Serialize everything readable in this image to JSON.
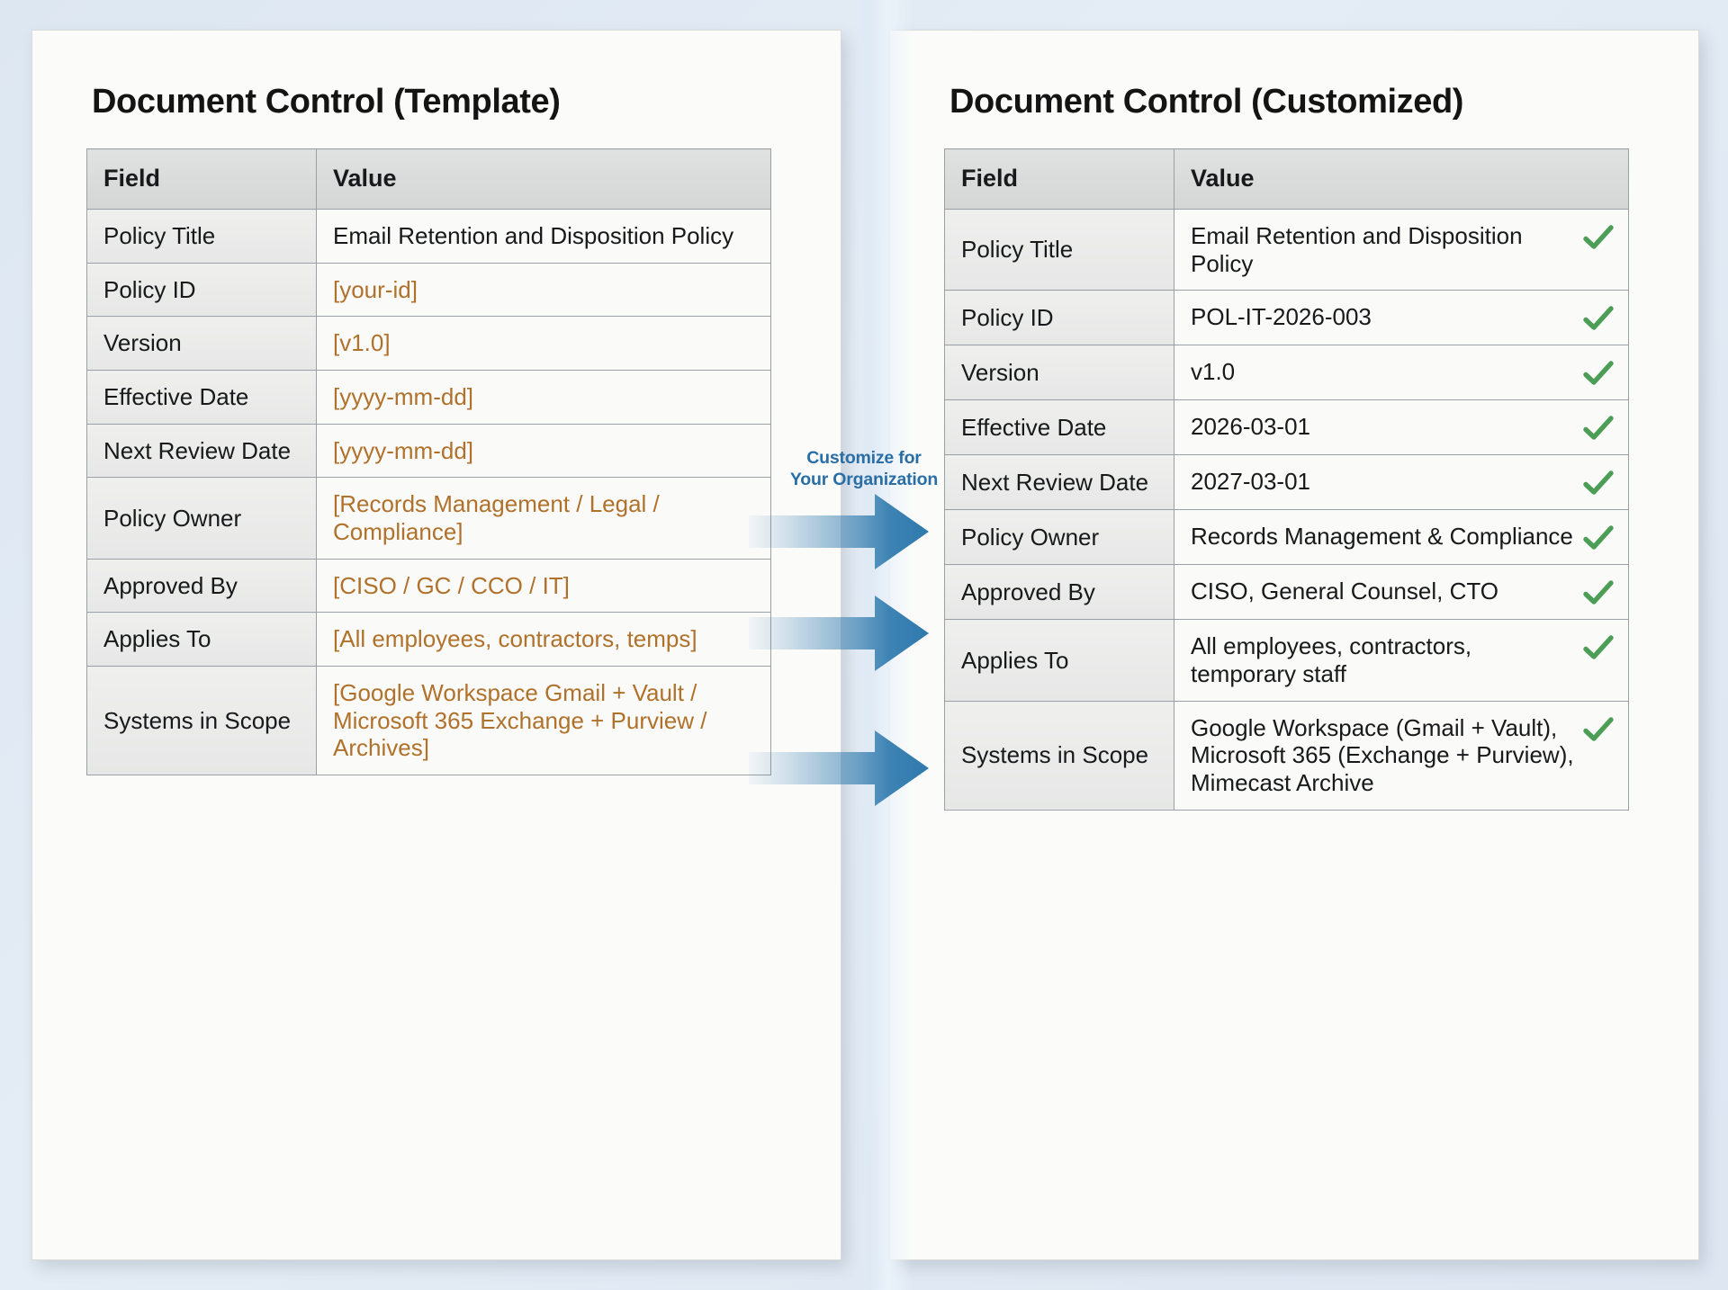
{
  "background_color": "#dde7f2",
  "accent_colors": {
    "placeholder_orange": "#b0712b",
    "check_green": "#4c9d55",
    "arrow_blue": "#2e79ad",
    "caption_blue": "#2a6ea6"
  },
  "columns": {
    "field": "Field",
    "value": "Value"
  },
  "template_panel": {
    "title": "Document Control (Template)",
    "rows": [
      {
        "field": "Policy Title",
        "value": "Email Retention and Disposition Policy",
        "placeholder": false
      },
      {
        "field": "Policy ID",
        "value": "[your-id]",
        "placeholder": true
      },
      {
        "field": "Version",
        "value": "[v1.0]",
        "placeholder": true
      },
      {
        "field": "Effective Date",
        "value": "[yyyy-mm-dd]",
        "placeholder": true
      },
      {
        "field": "Next Review Date",
        "value": "[yyyy-mm-dd]",
        "placeholder": true
      },
      {
        "field": "Policy Owner",
        "value": "[Records Management / Legal / Compliance]",
        "placeholder": true
      },
      {
        "field": "Approved By",
        "value": "[CISO / GC / CCO / IT]",
        "placeholder": true
      },
      {
        "field": "Applies To",
        "value": "[All employees, contractors, temps]",
        "placeholder": true
      },
      {
        "field": "Systems in Scope",
        "value": "[Google Workspace Gmail + Vault / Microsoft 365 Exchange + Purview / Archives]",
        "placeholder": true
      }
    ]
  },
  "customized_panel": {
    "title": "Document Control (Customized)",
    "rows": [
      {
        "field": "Policy Title",
        "value": "Email Retention and Disposition Policy",
        "checked": true
      },
      {
        "field": "Policy ID",
        "value": "POL-IT-2026-003",
        "checked": true
      },
      {
        "field": "Version",
        "value": "v1.0",
        "checked": true
      },
      {
        "field": "Effective Date",
        "value": "2026-03-01",
        "checked": true
      },
      {
        "field": "Next Review Date",
        "value": "2027-03-01",
        "checked": true
      },
      {
        "field": "Policy Owner",
        "value": "Records Management & Compliance",
        "checked": true
      },
      {
        "field": "Approved By",
        "value": "CISO, General Counsel, CTO",
        "checked": true
      },
      {
        "field": "Applies To",
        "value": "All employees, contractors, temporary staff",
        "checked": true
      },
      {
        "field": "Systems in Scope",
        "value": "Google Workspace (Gmail + Vault), Microsoft 365 (Exchange + Purview), Mimecast Archive",
        "checked": true
      }
    ]
  },
  "middle": {
    "caption_line_1": "Customize for",
    "caption_line_2": "Your Organization",
    "arrow_count": 3
  }
}
